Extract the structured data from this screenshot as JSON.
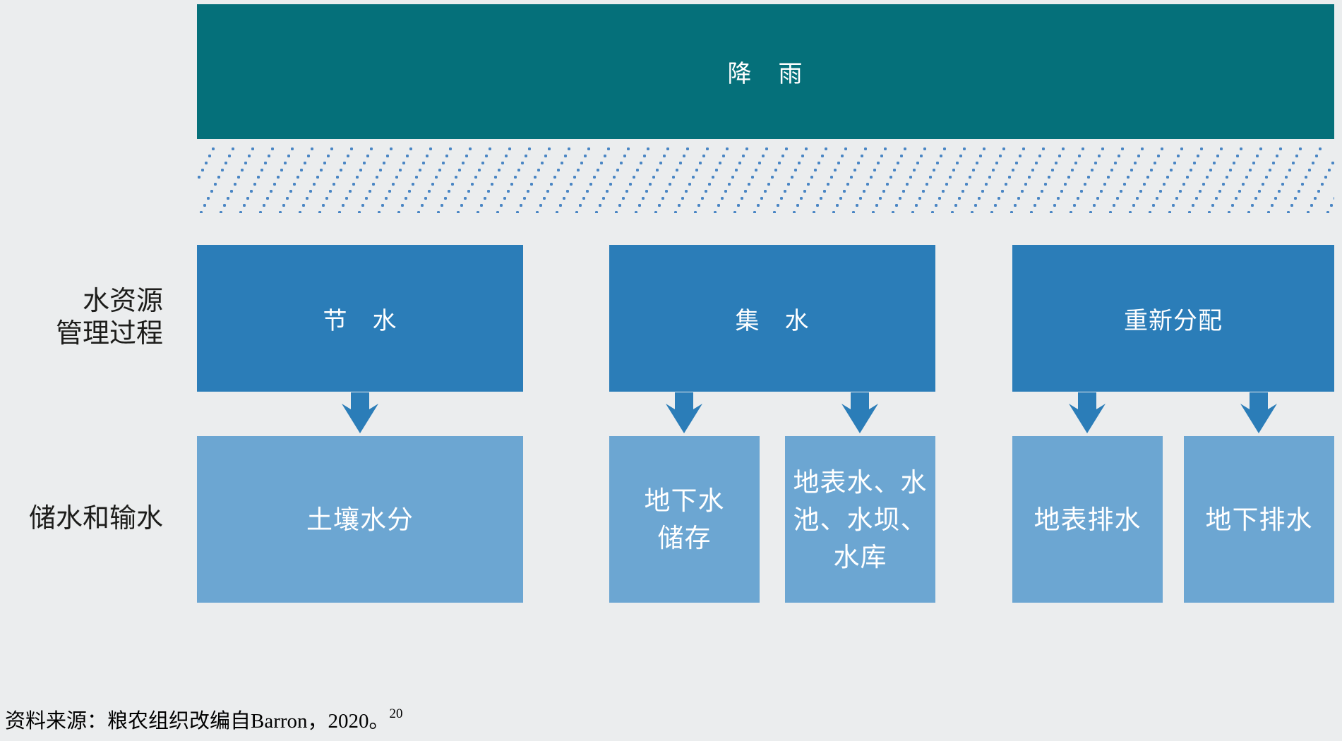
{
  "colors": {
    "background": "#ebedee",
    "banner_teal": "#05707a",
    "process_blue": "#2b7db8",
    "storage_blue": "#6ca6d2",
    "arrow_blue": "#2b7db8",
    "rain_dot_blue": "#4a86c4",
    "label_text": "#1d1d1b",
    "box_text": "#ffffff",
    "source_text": "#000000"
  },
  "banner": {
    "label": "降　雨"
  },
  "row_labels": {
    "process": "水资源\n管理过程",
    "storage": "储水和输水"
  },
  "process_boxes": [
    {
      "label": "节　水"
    },
    {
      "label": "集　水"
    },
    {
      "label": "重新分配"
    }
  ],
  "storage_boxes": [
    {
      "label": "土壤水分"
    },
    {
      "label": "地下水\n储存"
    },
    {
      "label": "地表水、水\n池、水坝、\n水库"
    },
    {
      "label": "地表排水"
    },
    {
      "label": "地下排水"
    }
  ],
  "source": {
    "text": "资料来源：粮农组织改编自Barron，2020。",
    "superscript": "20"
  }
}
